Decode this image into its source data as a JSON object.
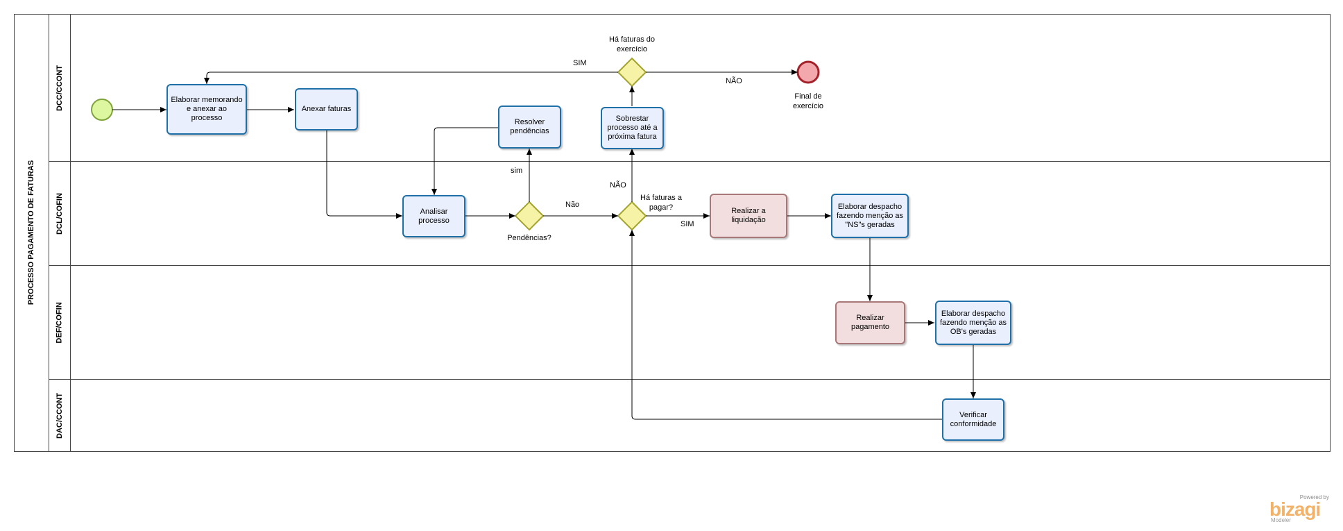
{
  "pool": {
    "title": "PROCESSO PAGAMENTO DE FATURAS"
  },
  "lanes": [
    {
      "label": "DCC/CCONT"
    },
    {
      "label": "DCL/COFIN"
    },
    {
      "label": "DEF/COFIN"
    },
    {
      "label": "DAC/CCONT"
    }
  ],
  "tasks": {
    "elaborar_memorando": "Elaborar memorando  e anexar ao processo",
    "anexar_faturas": "Anexar faturas",
    "resolver_pendencias": "Resolver pendências",
    "sobrestar": "Sobrestar processo até a próxima fatura",
    "analisar": "Analisar processo",
    "realizar_liquidacao": "Realizar a liquidação",
    "elaborar_despacho_ns": "Elaborar despacho fazendo menção as \"NS\"s geradas",
    "realizar_pagamento": "Realizar pagamento",
    "elaborar_despacho_ob": "Elaborar despacho fazendo menção as OB's geradas",
    "verificar": "Verificar conformidade"
  },
  "gateways": {
    "exercicio": "Há faturas do exercício",
    "pendencias": "Pendências?",
    "pagar": "Há faturas a pagar?"
  },
  "events": {
    "end": "Final de exercício"
  },
  "flow_labels": {
    "sim_top": "SIM",
    "nao_top": "NÃO",
    "sim_pend": "sim",
    "nao_pend": "Não",
    "nao_pagar": "NÃO",
    "sim_pagar": "SIM"
  },
  "brand": {
    "powered": "Powered by",
    "name": "bizagi",
    "sub": "Modeler"
  }
}
